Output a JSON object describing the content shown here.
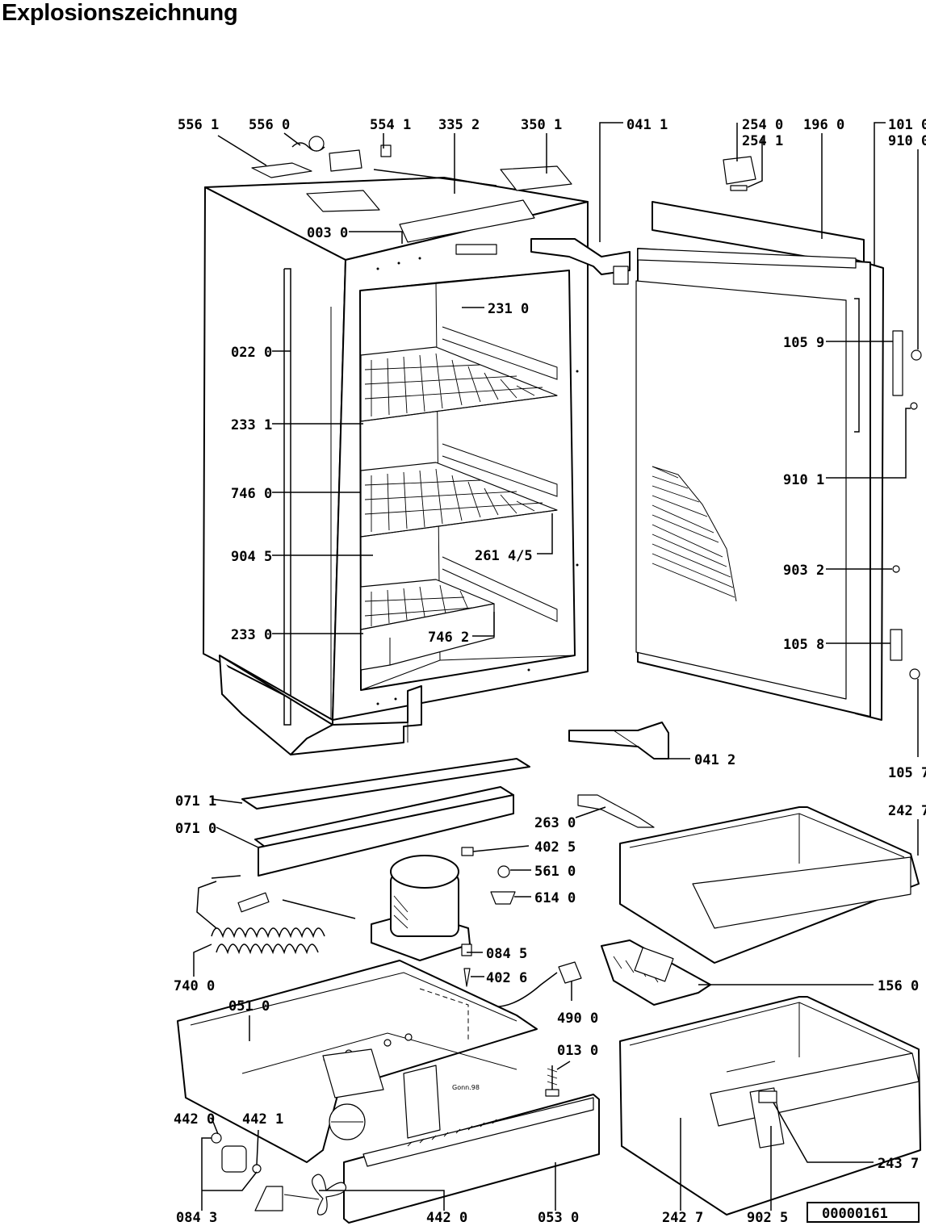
{
  "title": "Explosionszeichnung",
  "document_number": "00000161",
  "signature": "Gonn.98",
  "part_labels": {
    "p556_1": "556 1",
    "p556_0": "556 0",
    "p554_1": "554 1",
    "p335_2": "335 2",
    "p350_1": "350 1",
    "p041_1": "041 1",
    "p254_0": "254 0",
    "p254_1": "254 1",
    "p196_0": "196 0",
    "p101_0": "101 0",
    "p910_0": "910 0",
    "p003_0": "003 0",
    "p231_0": "231 0",
    "p022_0": "022 0",
    "p105_9": "105 9",
    "p233_1": "233 1",
    "p746_0": "746 0",
    "p910_1": "910 1",
    "p904_5": "904 5",
    "p261_45": "261 4/5",
    "p903_2": "903 2",
    "p233_0": "233 0",
    "p746_2": "746 2",
    "p105_8": "105 8",
    "p041_2": "041 2",
    "p105_7": "105 7",
    "p071_1": "071 1",
    "p071_0": "071 0",
    "p263_0": "263 0",
    "p242_7a": "242 7",
    "p402_5": "402 5",
    "p561_0": "561 0",
    "p614_0": "614 0",
    "p084_5": "084 5",
    "p740_0": "740 0",
    "p402_6": "402 6",
    "p156_0": "156 0",
    "p051_0": "051 0",
    "p490_0": "490 0",
    "p013_0": "013 0",
    "p442_0a": "442 0",
    "p442_1": "442 1",
    "p243_7": "243 7",
    "p084_3": "084 3",
    "p442_0b": "442 0",
    "p053_0": "053 0",
    "p242_7b": "242 7",
    "p902_5": "902 5"
  }
}
